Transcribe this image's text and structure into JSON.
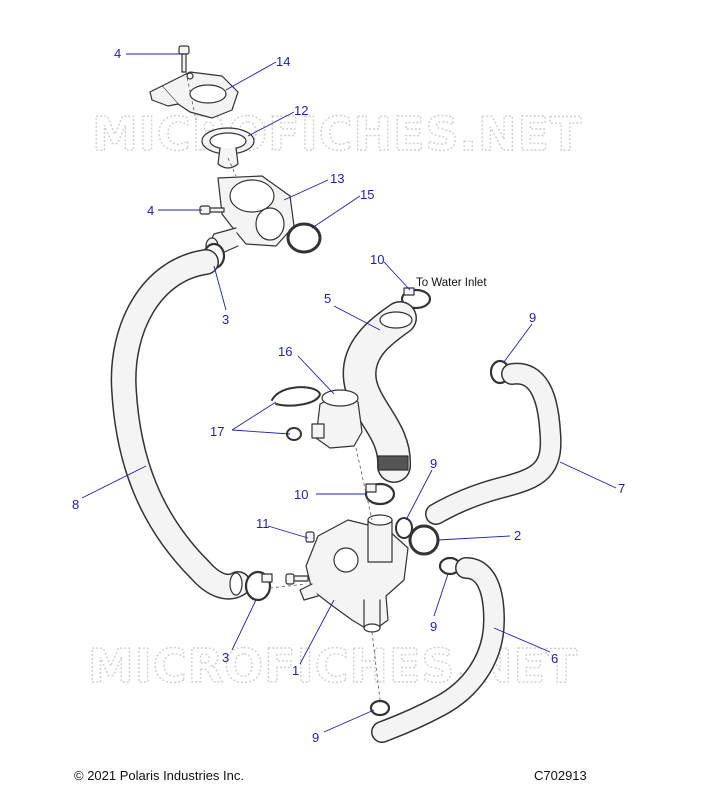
{
  "watermark": "MICROFICHES.NET",
  "note_text": "To Water Inlet",
  "footer": {
    "copyright": "© 2021 Polaris Industries Inc.",
    "drawing_number": "C702913"
  },
  "colors": {
    "callout_text": "#1f1fa8",
    "leader_line": "#1f1fa8",
    "part_outline": "#333333",
    "part_fill": "#f4f4f4"
  },
  "callouts": [
    {
      "id": "c4a",
      "label": "4"
    },
    {
      "id": "c14",
      "label": "14"
    },
    {
      "id": "c12",
      "label": "12"
    },
    {
      "id": "c13",
      "label": "13"
    },
    {
      "id": "c4b",
      "label": "4"
    },
    {
      "id": "c15",
      "label": "15"
    },
    {
      "id": "c10a",
      "label": "10"
    },
    {
      "id": "c3a",
      "label": "3"
    },
    {
      "id": "c5",
      "label": "5"
    },
    {
      "id": "c9a",
      "label": "9"
    },
    {
      "id": "c16",
      "label": "16"
    },
    {
      "id": "c17",
      "label": "17"
    },
    {
      "id": "c9b",
      "label": "9"
    },
    {
      "id": "c7",
      "label": "7"
    },
    {
      "id": "c8",
      "label": "8"
    },
    {
      "id": "c10b",
      "label": "10"
    },
    {
      "id": "c11",
      "label": "11"
    },
    {
      "id": "c2",
      "label": "2"
    },
    {
      "id": "c9c",
      "label": "9"
    },
    {
      "id": "c3b",
      "label": "3"
    },
    {
      "id": "c6",
      "label": "6"
    },
    {
      "id": "c1",
      "label": "1"
    },
    {
      "id": "c9d",
      "label": "9"
    }
  ]
}
